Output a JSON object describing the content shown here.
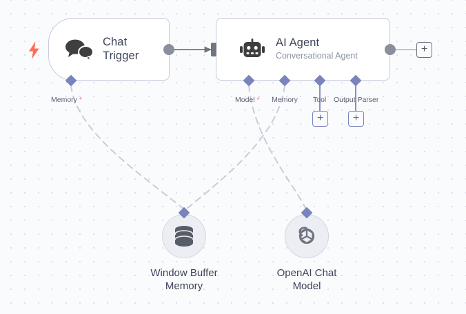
{
  "canvas": {
    "background_color": "#fafbfc",
    "dot_color": "#dcdfeb",
    "accent_purple": "#7b83bd",
    "accent_red": "#ff6d5a",
    "node_border": "#c8ccd9",
    "text_color": "#3c4459",
    "muted_text_color": "#8b93a6"
  },
  "nodes": {
    "chat_trigger": {
      "title": "Chat\nTrigger",
      "icon": "chat-bubbles-icon",
      "trigger_icon": "lightning-bolt-icon",
      "ports": [
        {
          "label": "Memory",
          "required": true
        }
      ]
    },
    "ai_agent": {
      "title": "AI Agent",
      "subtitle": "Conversational Agent",
      "icon": "robot-icon",
      "ports": [
        {
          "label": "Model",
          "required": true,
          "has_add_button": false
        },
        {
          "label": "Memory",
          "required": false,
          "has_add_button": false
        },
        {
          "label": "Tool",
          "required": false,
          "has_add_button": true
        },
        {
          "label": "Output Parser",
          "required": false,
          "has_add_button": true
        }
      ],
      "output_add_label": "+"
    },
    "window_buffer_memory": {
      "label": "Window Buffer\nMemory",
      "icon": "database-icon"
    },
    "openai_chat_model": {
      "label": "OpenAI Chat\nModel",
      "icon": "openai-logo-icon"
    }
  },
  "buttons": {
    "plus_label": "+"
  }
}
